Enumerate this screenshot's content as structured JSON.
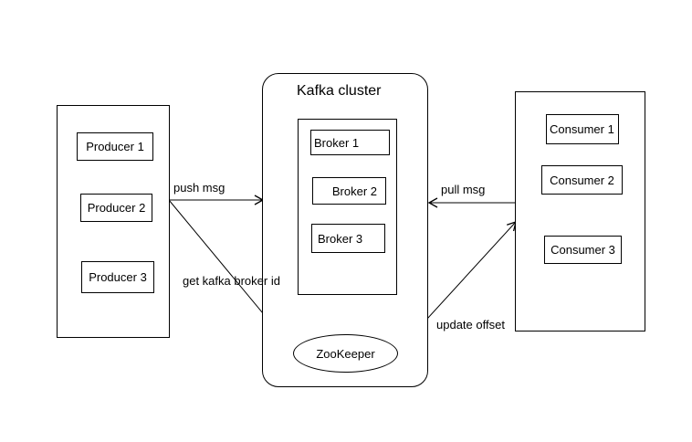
{
  "cluster": {
    "title": "Kafka cluster",
    "brokers": [
      "Broker 1",
      "Broker 2",
      "Broker 3"
    ],
    "zookeeper": "ZooKeeper"
  },
  "producers": [
    "Producer 1",
    "Producer 2",
    "Producer 3"
  ],
  "consumers": [
    "Consumer 1",
    "Consumer 2",
    "Consumer 3"
  ],
  "edges": {
    "push": "push msg",
    "pull": "pull msg",
    "get_broker_id": "get kafka broker id",
    "update_offset": "update offset"
  }
}
